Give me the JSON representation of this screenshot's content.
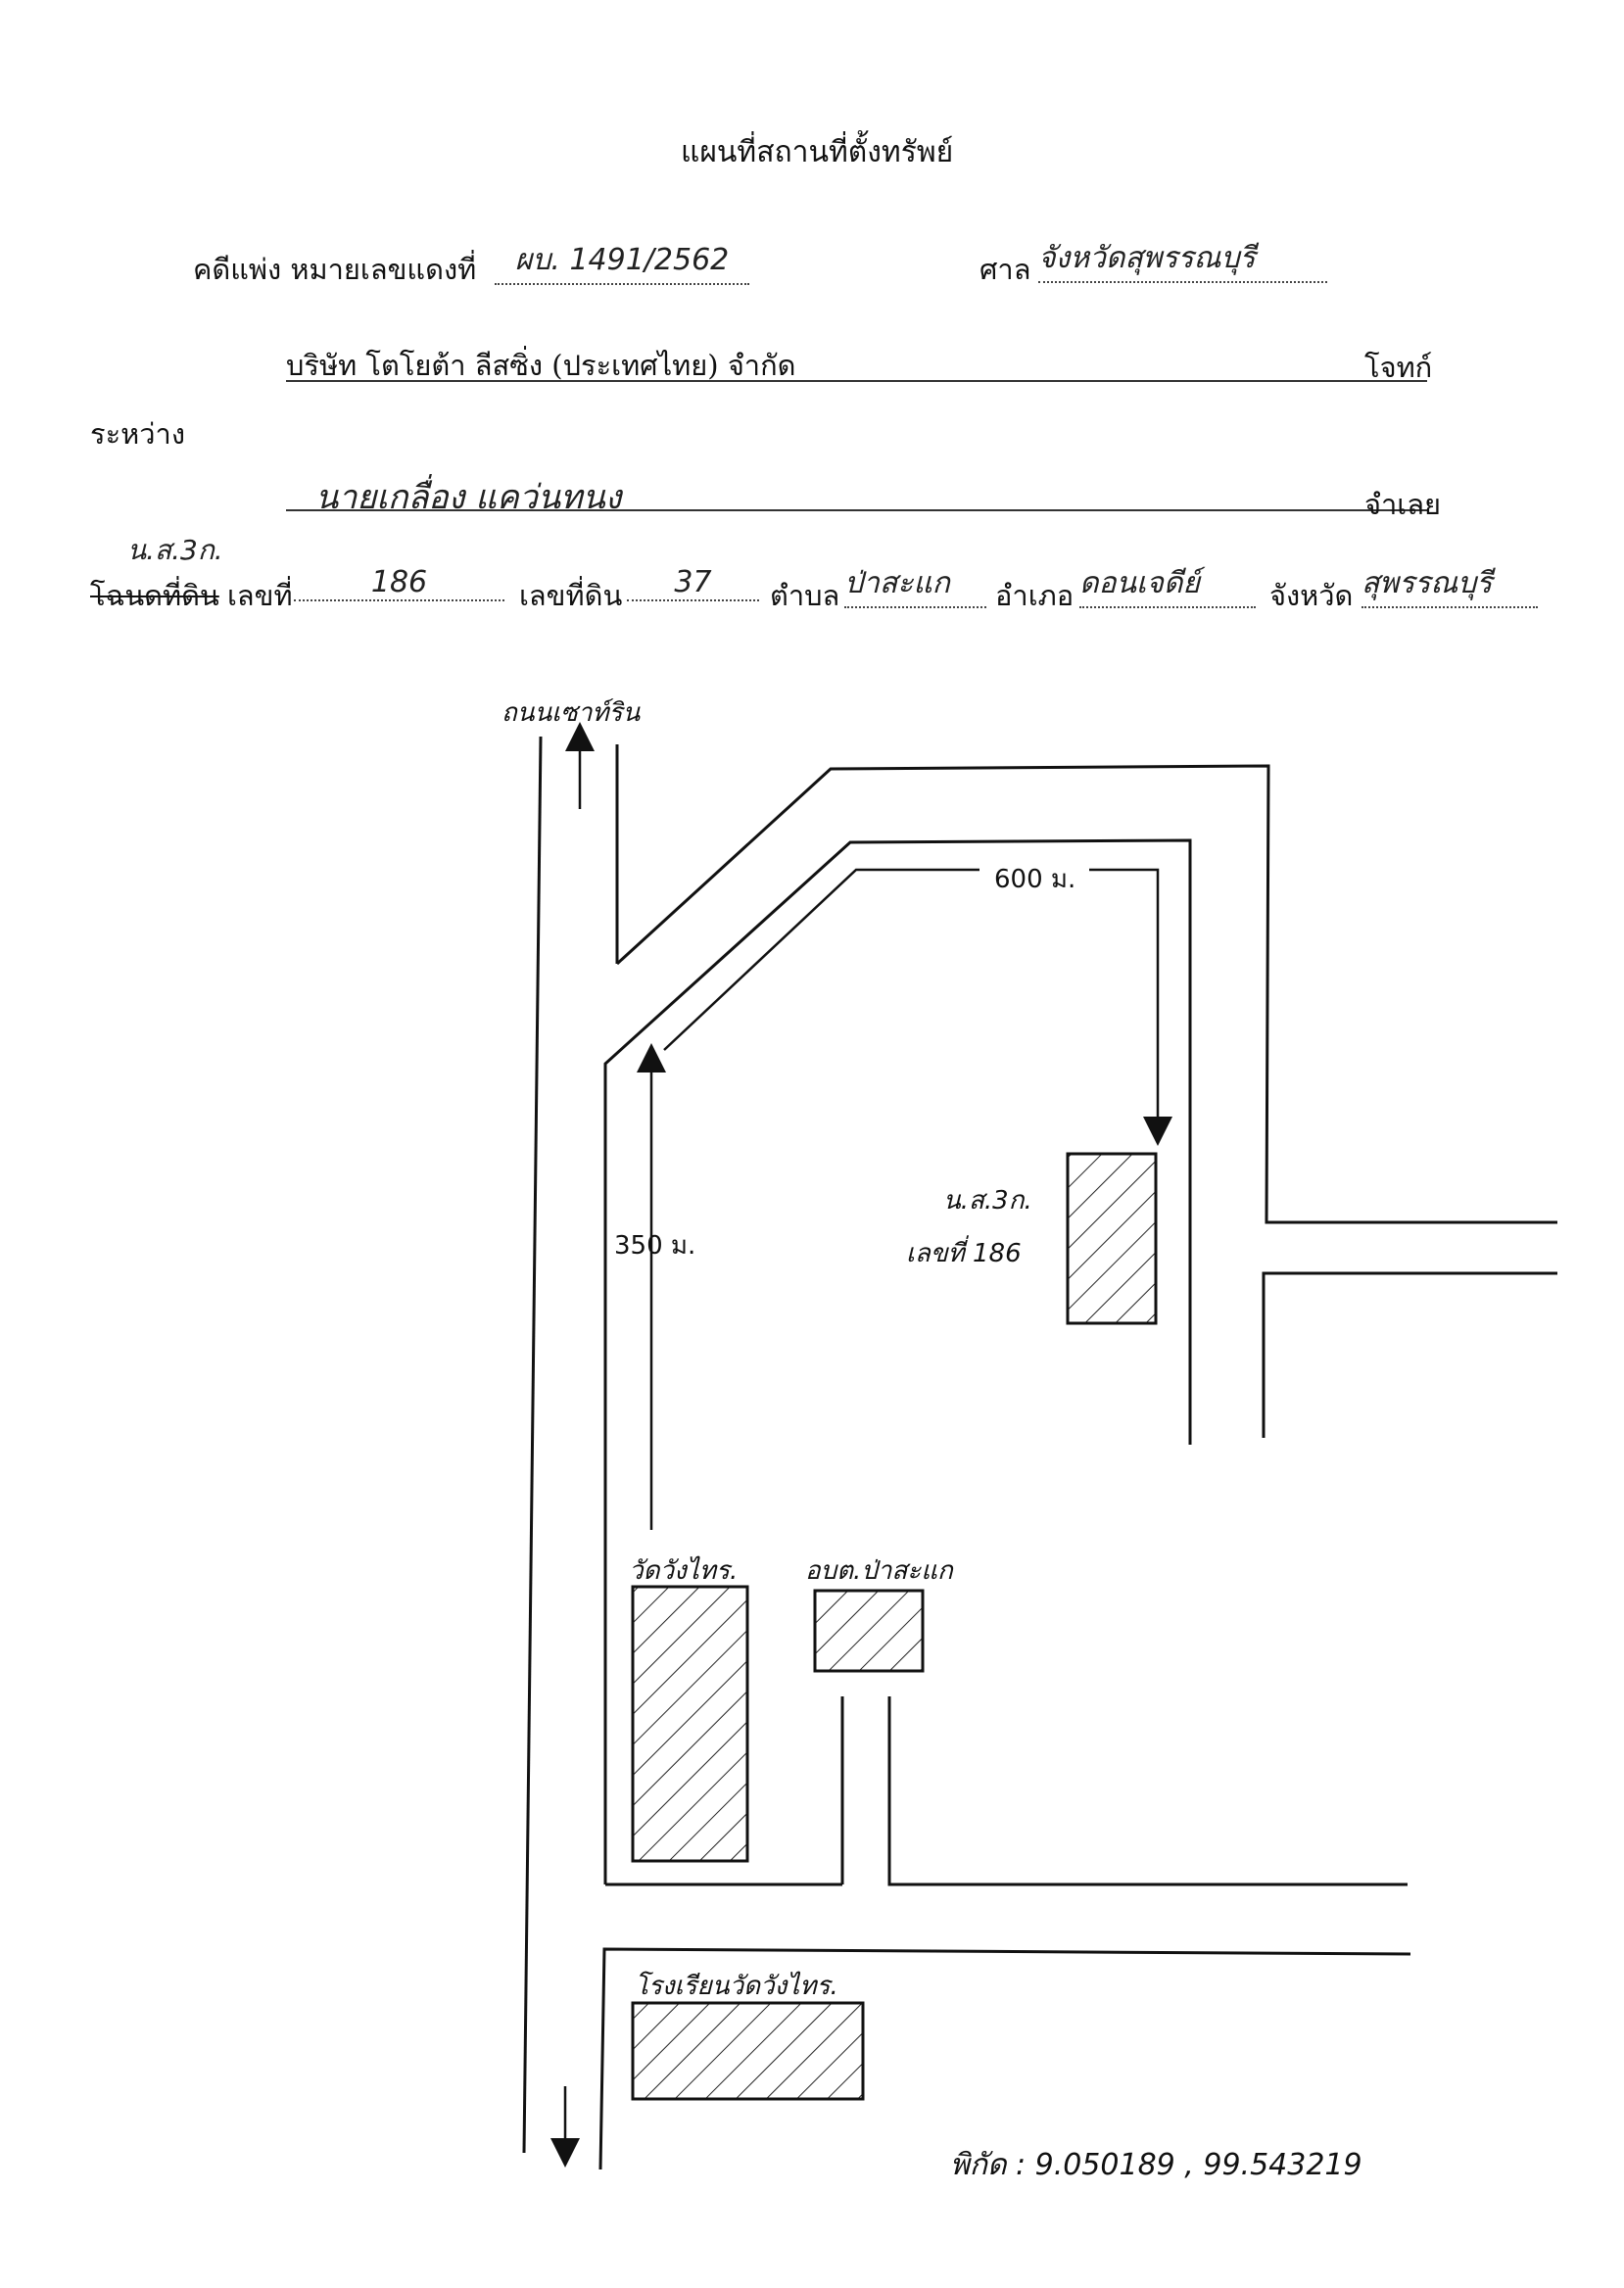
{
  "title": "แผนที่สถานที่ตั้งทรัพย์",
  "case": {
    "label": "คดีแพ่ง หมายเลขแดงที่",
    "number": "ผบ. 1491/2562",
    "court_label": "ศาล",
    "court": "จังหวัดสุพรรณบุรี"
  },
  "plaintiff": {
    "name": "บริษัท  โตโยต้า  ลีสซิ่ง (ประเทศไทย) จำกัด",
    "role": "โจทก์"
  },
  "between_label": "ระหว่าง",
  "defendant": {
    "name": "นายเกลื่อง   แคว่นทนง",
    "role": "จำเลย"
  },
  "deed": {
    "handwritten_type": "น.ส.3ก.",
    "struck_label": "โฉนดที่ดิน",
    "number_label": "เลขที่",
    "number": "186",
    "land_no_label": "เลขที่ดิน",
    "land_no": "37",
    "subdistrict_label": "ตำบล",
    "subdistrict": "ป่าสะแก",
    "district_label": "อำเภอ",
    "district": "ดอนเจดีย์",
    "province_label": "จังหวัด",
    "province": "สุพรรณบุรี"
  },
  "map": {
    "road_label": "ถนนเซาท์ริน",
    "distance_top": "600 ม.",
    "distance_side": "350 ม.",
    "parcel_label_1": "น.ส.3ก.",
    "parcel_label_2": "เลขที่ 186",
    "temple_label": "วัดวังไทร.",
    "sao_label": "อบต.ป่าสะแก",
    "school_label": "โรงเรียนวัดวังไทร.",
    "coordinates": "พิกัด :  9.050189 , 99.543219"
  }
}
